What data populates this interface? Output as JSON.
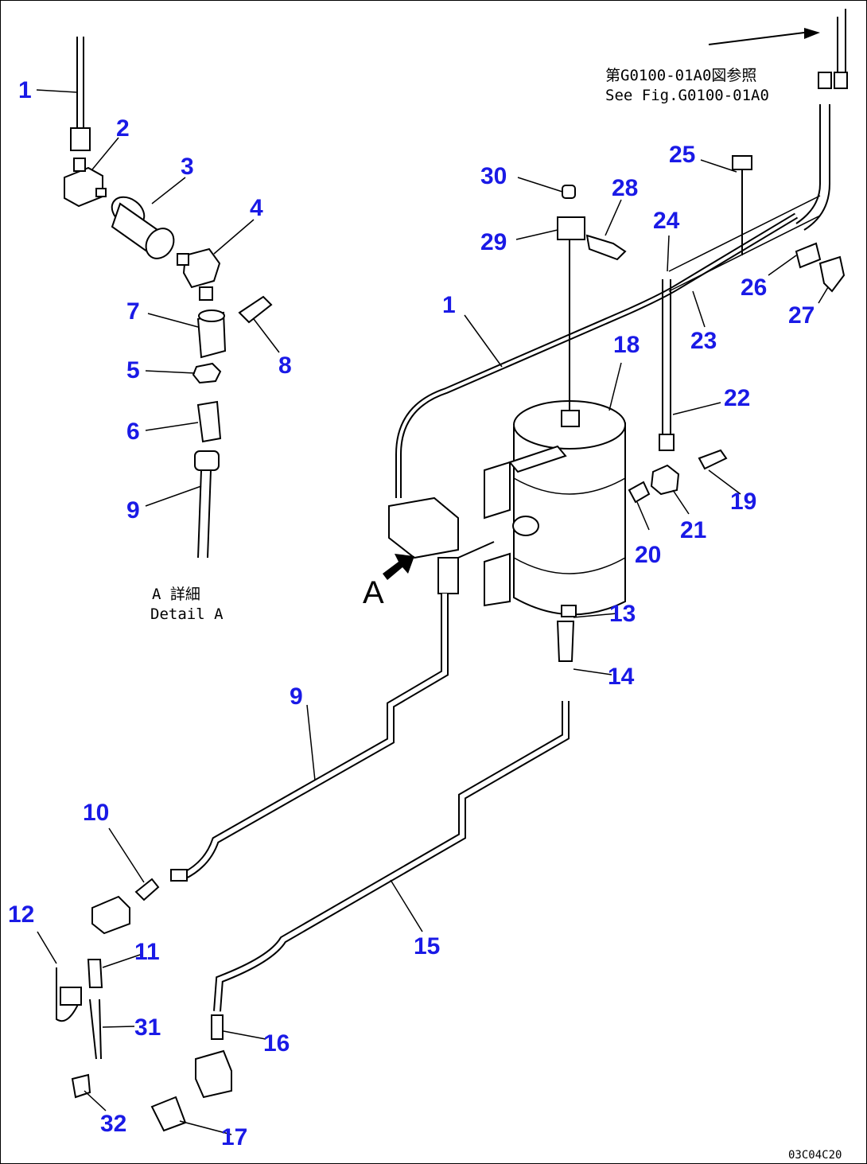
{
  "callouts": [
    {
      "id": "1",
      "label": "1"
    },
    {
      "id": "2",
      "label": "2"
    },
    {
      "id": "3",
      "label": "3"
    },
    {
      "id": "4",
      "label": "4"
    },
    {
      "id": "5",
      "label": "5"
    },
    {
      "id": "6",
      "label": "6"
    },
    {
      "id": "7",
      "label": "7"
    },
    {
      "id": "8",
      "label": "8"
    },
    {
      "id": "9",
      "label": "9"
    },
    {
      "id": "1b",
      "label": "1"
    },
    {
      "id": "9b",
      "label": "9"
    },
    {
      "id": "10",
      "label": "10"
    },
    {
      "id": "11",
      "label": "11"
    },
    {
      "id": "12",
      "label": "12"
    },
    {
      "id": "13",
      "label": "13"
    },
    {
      "id": "14",
      "label": "14"
    },
    {
      "id": "15",
      "label": "15"
    },
    {
      "id": "16",
      "label": "16"
    },
    {
      "id": "17",
      "label": "17"
    },
    {
      "id": "18",
      "label": "18"
    },
    {
      "id": "19",
      "label": "19"
    },
    {
      "id": "20",
      "label": "20"
    },
    {
      "id": "21",
      "label": "21"
    },
    {
      "id": "22",
      "label": "22"
    },
    {
      "id": "23",
      "label": "23"
    },
    {
      "id": "24",
      "label": "24"
    },
    {
      "id": "25",
      "label": "25"
    },
    {
      "id": "26",
      "label": "26"
    },
    {
      "id": "27",
      "label": "27"
    },
    {
      "id": "28",
      "label": "28"
    },
    {
      "id": "29",
      "label": "29"
    },
    {
      "id": "30",
      "label": "30"
    },
    {
      "id": "31",
      "label": "31"
    },
    {
      "id": "32",
      "label": "32"
    }
  ],
  "reference_note": {
    "line1": "第G0100-01A0図参照",
    "line2": "See Fig.G0100-01A0"
  },
  "detail_label": {
    "line1": "A 詳細",
    "line2": "Detail A"
  },
  "view_marker": "A",
  "drawing_code": "03C04C20",
  "colors": {
    "callout": "#1a1ae6",
    "line": "#000000",
    "background": "#ffffff"
  }
}
